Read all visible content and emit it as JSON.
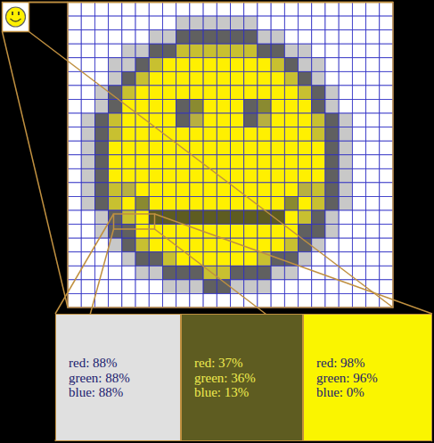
{
  "diagram": {
    "nodes": [
      {
        "text": [
          "red: 88%",
          "green: 88%",
          "blue: 88%"
        ]
      },
      {
        "text": [
          "red: 37%",
          "green: 36%",
          "blue: 13%"
        ]
      },
      {
        "text": [
          "red: 98%",
          "green: 96%",
          "blue: 0%"
        ]
      }
    ]
  }
}
